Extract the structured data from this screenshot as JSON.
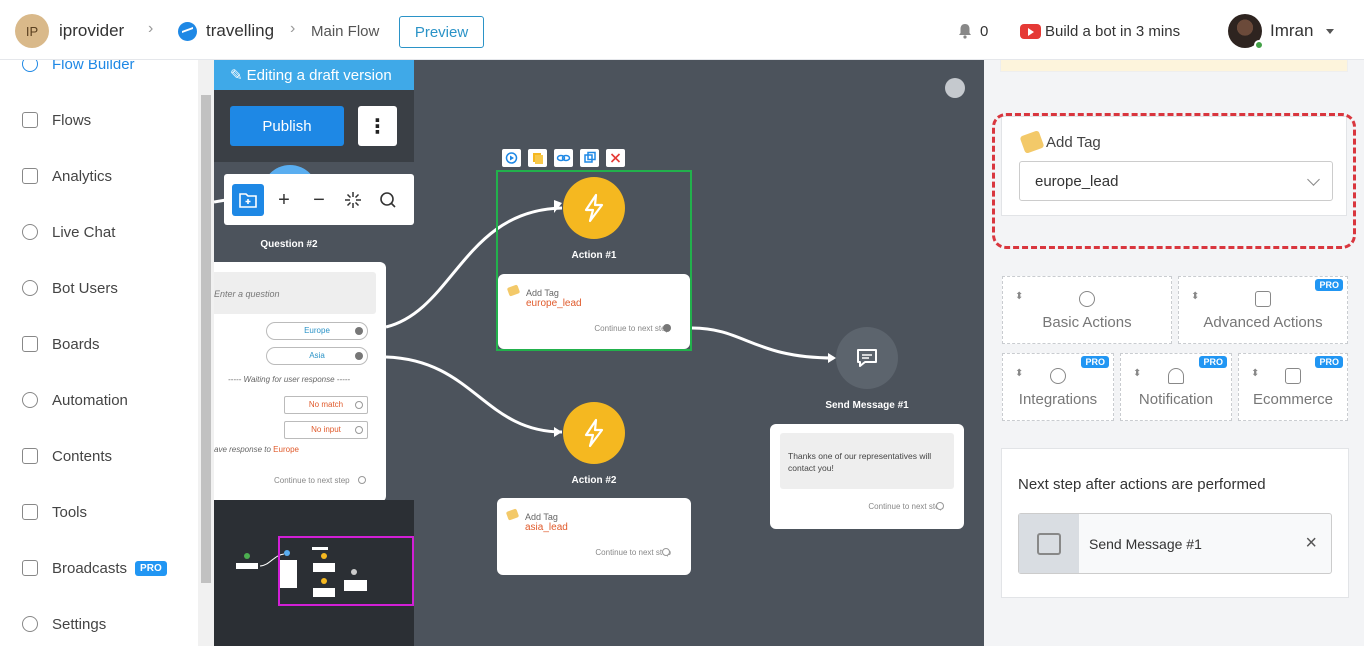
{
  "header": {
    "workspace_initials": "IP",
    "workspace": "iprovider",
    "bot": "travelling",
    "flow": "Main Flow",
    "preview_label": "Preview",
    "notification_count": "0",
    "tutorial_label": "Build a bot in 3 mins",
    "user_name": "Imran"
  },
  "sidebar": {
    "items": [
      {
        "label": "Flow Builder",
        "active": true
      },
      {
        "label": "Flows"
      },
      {
        "label": "Analytics"
      },
      {
        "label": "Live Chat"
      },
      {
        "label": "Bot Users"
      },
      {
        "label": "Boards"
      },
      {
        "label": "Automation"
      },
      {
        "label": "Contents"
      },
      {
        "label": "Tools"
      },
      {
        "label": "Broadcasts",
        "badge": "PRO"
      },
      {
        "label": "Settings"
      }
    ]
  },
  "canvas": {
    "editing_label": "Editing a draft version",
    "publish_label": "Publish",
    "more_label": "⋮",
    "question_node": {
      "label": "Question #2",
      "placeholder": "Enter a question",
      "options": [
        "Europe",
        "Asia"
      ],
      "waiting": "----- Waiting for user response -----",
      "no_match": "No match",
      "no_input": "No input",
      "save_response_prefix": "ave response to",
      "save_response_value": "Europe",
      "continue": "Continue to next step"
    },
    "action1": {
      "label": "Action #1",
      "card_title": "Add Tag",
      "tag": "europe_lead",
      "continue": "Continue to next step"
    },
    "action2": {
      "label": "Action #2",
      "card_title": "Add Tag",
      "tag": "asia_lead",
      "continue": "Continue to next step"
    },
    "send_message": {
      "label": "Send Message #1",
      "text": "Thanks one of our representatives will contact you!",
      "continue": "Continue to next step"
    }
  },
  "right_panel": {
    "add_tag_title": "Add Tag",
    "tag_value": "europe_lead",
    "actions": [
      {
        "label": "Basic Actions"
      },
      {
        "label": "Advanced Actions",
        "badge": "PRO"
      },
      {
        "label": "Integrations",
        "badge": "PRO"
      },
      {
        "label": "Notification",
        "badge": "PRO"
      },
      {
        "label": "Ecommerce",
        "badge": "PRO"
      }
    ],
    "next_step_title": "Next step after actions are performed",
    "next_step_value": "Send Message #1",
    "remove_label": "×"
  },
  "colors": {
    "accent": "#1e88e5",
    "canvas_bg": "#4c535c",
    "action_node": "#f5b820",
    "highlight": "#d9363e"
  }
}
